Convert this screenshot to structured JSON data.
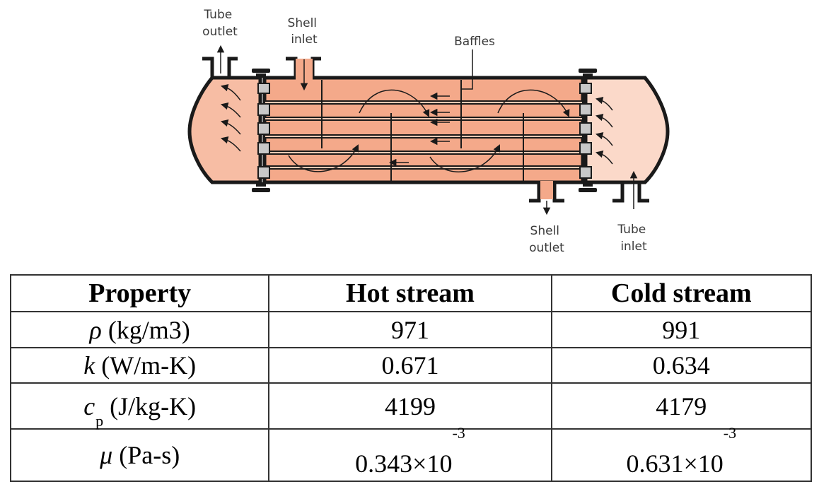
{
  "diagram": {
    "colors": {
      "shell": "#f4a98a",
      "tube_channel": "#fbd9c9",
      "outline": "#1a1a1a",
      "plate": "#c8c8c8",
      "text": "#3a3a3a"
    },
    "labels": {
      "tube_outlet": [
        "Tube",
        "outlet"
      ],
      "shell_inlet": [
        "Shell",
        "inlet"
      ],
      "baffles": "Baffles",
      "shell_outlet": [
        "Shell",
        "outlet"
      ],
      "tube_inlet": [
        "Tube",
        "inlet"
      ]
    }
  },
  "table": {
    "headers": [
      "Property",
      "Hot stream",
      "Cold stream"
    ],
    "rows": [
      {
        "symbol": "ρ",
        "unit": "(kg/m3)",
        "hot": "971",
        "cold": "991"
      },
      {
        "symbol": "k",
        "unit": "(W/m-K)",
        "hot": "0.671",
        "cold": "0.634"
      },
      {
        "symbol": "c",
        "subscript": "p",
        "unit": "(J/kg-K)",
        "hot": "4199",
        "cold": "4179"
      },
      {
        "symbol": "μ",
        "unit": "(Pa-s)",
        "hot": "0.343×10",
        "hot_exp": "-3",
        "cold": "0.631×10",
        "cold_exp": "-3"
      }
    ]
  }
}
